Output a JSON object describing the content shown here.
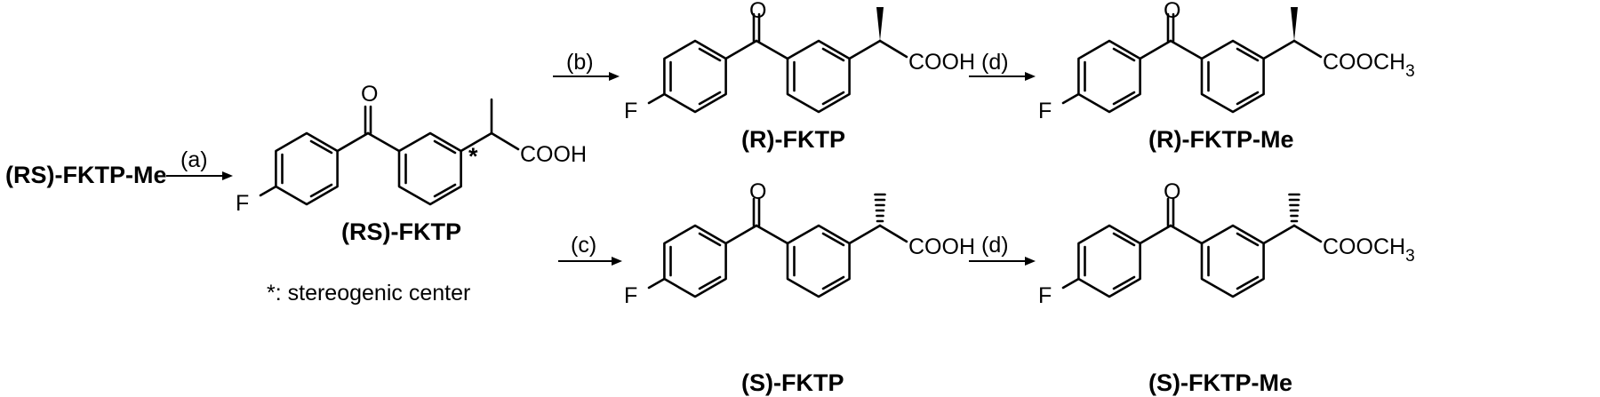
{
  "starting_material": "(RS)-FKTP-Me",
  "conditions": {
    "a": "(a)",
    "b": "(b)",
    "c": "(c)",
    "d_top": "(d)",
    "d_bottom": "(d)"
  },
  "atoms": {
    "oxygen": "O",
    "fluorine": "F",
    "acid": "COOH",
    "ester": "COOCH",
    "ester_subscript": "3",
    "stereo_marker": "*"
  },
  "compounds": {
    "rs_fktp": "(RS)-FKTP",
    "r_fktp": "(R)-FKTP",
    "s_fktp": "(S)-FKTP",
    "r_fktp_me": "(R)-FKTP-Me",
    "s_fktp_me": "(S)-FKTP-Me"
  },
  "footnote": "*: stereogenic center"
}
